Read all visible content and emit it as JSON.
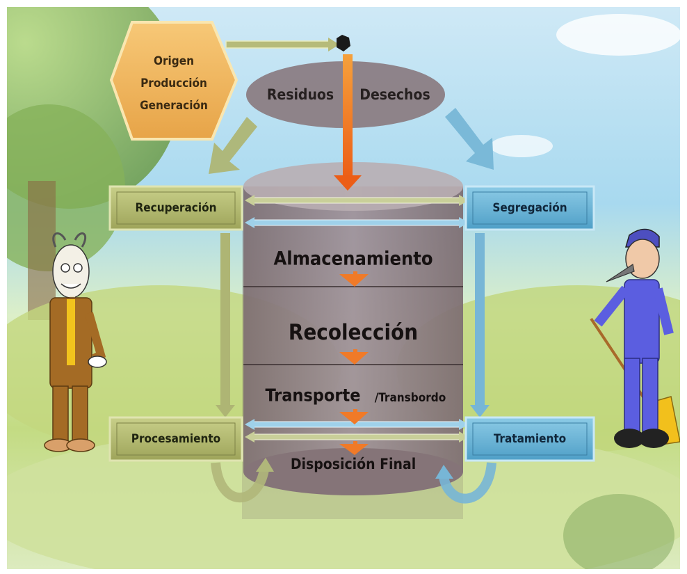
{
  "diagram": {
    "origin": [
      "Origen",
      "Producción",
      "Generación"
    ],
    "top_ellipse": {
      "left": "Residuos",
      "right": "Desechos"
    },
    "side_boxes": {
      "recuperacion": "Recuperación",
      "segregacion": "Segregación",
      "procesamiento": "Procesamiento",
      "tratamiento": "Tratamiento"
    },
    "stages": {
      "almacenamiento": "Almacenamiento",
      "recoleccion": "Recolección",
      "transporte": "Transporte",
      "transbordo": "/Transbordo",
      "disposicion": "Disposición Final"
    }
  },
  "colors": {
    "sky_top": "#8fd0ee",
    "grass": "#b9d46a",
    "hexagon": "#f2b75a",
    "green_box": "#b5bd72",
    "blue_box": "#74b8d9",
    "cylinder": "#8f7f82",
    "orange_arrow": "#f06a1c"
  }
}
